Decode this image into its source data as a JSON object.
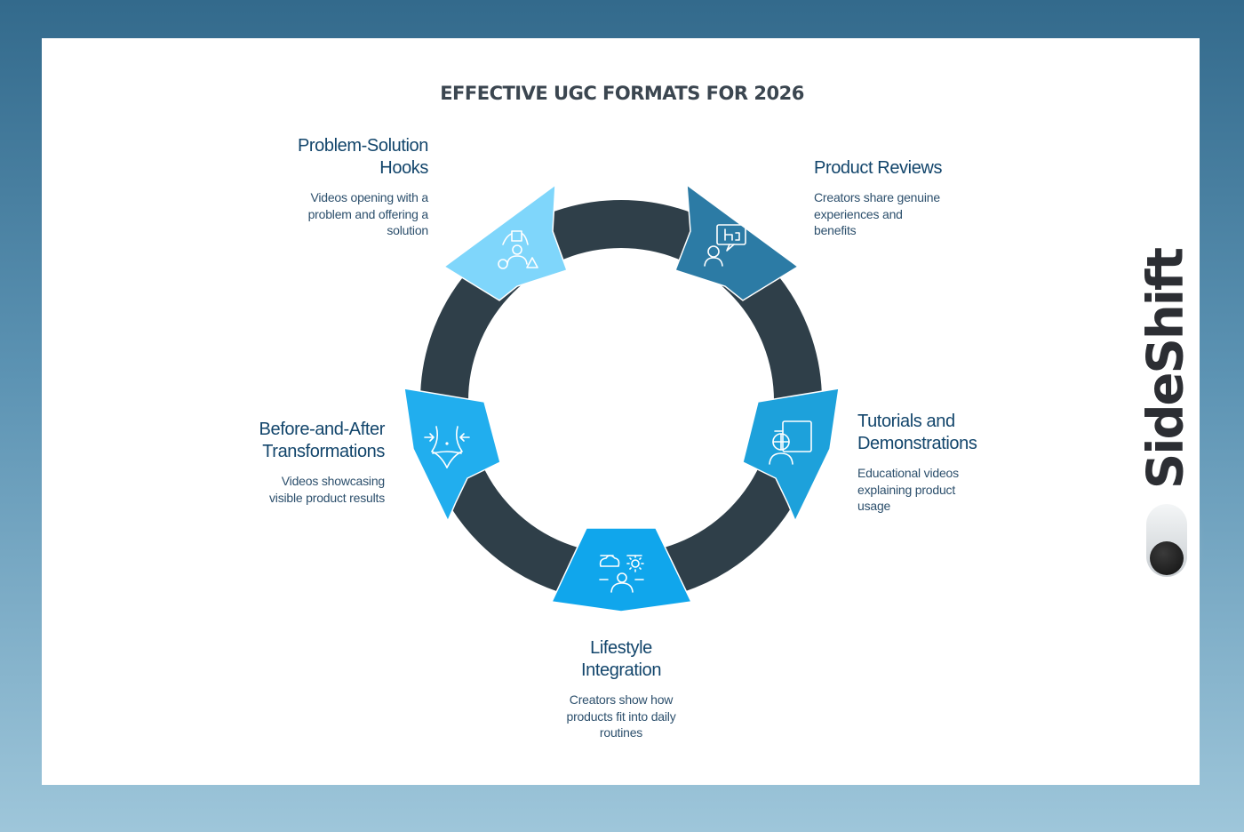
{
  "title": "EFFECTIVE UGC FORMATS FOR 2026",
  "colors": {
    "ring": "#2f3f49",
    "segments": [
      "#2c7ba5",
      "#1da1db",
      "#10a6ec",
      "#21aeee",
      "#7fd6fb"
    ],
    "heading_text": "#12456b",
    "brand": "#2c2e33"
  },
  "items": [
    {
      "heading_1": "Product Reviews",
      "heading_2": "",
      "description": [
        "Creators share genuine",
        "experiences and",
        "benefits"
      ],
      "icon": "review-chat-icon"
    },
    {
      "heading_1": "Tutorials and",
      "heading_2": "Demonstrations",
      "description": [
        "Educational videos",
        "explaining product",
        "usage"
      ],
      "icon": "presenter-board-icon"
    },
    {
      "heading_1": "Lifestyle",
      "heading_2": "Integration",
      "description": [
        "Creators show how",
        "products fit into daily",
        "routines"
      ],
      "icon": "person-weather-icon"
    },
    {
      "heading_1": "Before-and-After",
      "heading_2": "Transformations",
      "description": [
        "Videos showcasing",
        "visible product results"
      ],
      "icon": "body-transformation-icon"
    },
    {
      "heading_1": "Problem-Solution",
      "heading_2": "Hooks",
      "description": [
        "Videos opening with a",
        "problem and offering a",
        "solution"
      ],
      "icon": "shapes-person-icon"
    }
  ],
  "brand": "SideShift"
}
